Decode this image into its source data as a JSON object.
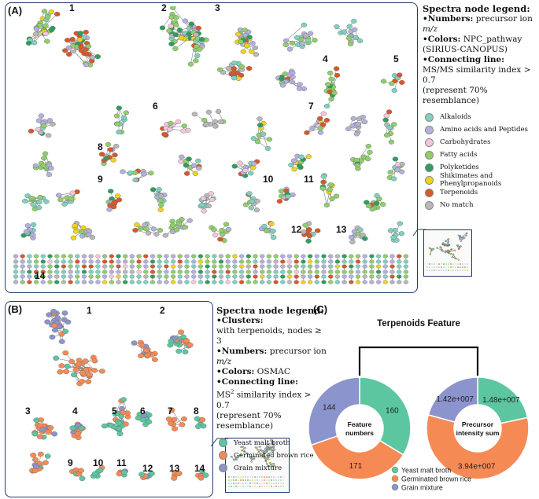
{
  "panelA": {
    "label": "(A)",
    "cluster_numbers": [
      "1",
      "2",
      "3",
      "4",
      "5",
      "6",
      "7",
      "8",
      "9",
      "10",
      "11",
      "12",
      "13",
      "14"
    ],
    "legend": {
      "title": "Spectra node legend:",
      "line1_bold": "•Numbers:",
      "line1_rest": " precursor ion ",
      "line1_mz": "m/z",
      "line2_bold": "•Colors:",
      "line2_rest": " NPC_pathway",
      "line3": "(SIRIUS-CANOPUS)",
      "line4_bold": "•Connecting line:",
      "line5": "MS/MS similarity index > 0.7",
      "line6": "(represent 70% resemblance)",
      "items": [
        {
          "label": "Alkaloids",
          "color": "#7fd1bf"
        },
        {
          "label": "Amino acids and Peptides",
          "color": "#b3b0dd"
        },
        {
          "label": "Carbohydrates",
          "color": "#f4c6dc"
        },
        {
          "label": "Fatty acids",
          "color": "#8fcf6a"
        },
        {
          "label": "Polyketides",
          "color": "#2e9e5e"
        },
        {
          "label": "Shikimates and Phenylpropanoids",
          "color": "#f2d31c"
        },
        {
          "label": "Terpenoids",
          "color": "#d9572a"
        },
        {
          "label": "No match",
          "color": "#b8b8b8"
        }
      ]
    }
  },
  "panelB": {
    "label": "(B)",
    "cluster_numbers": [
      "1",
      "2",
      "3",
      "4",
      "5",
      "6",
      "7",
      "8",
      "9",
      "10",
      "11",
      "12",
      "13",
      "14"
    ],
    "legend": {
      "title": "Spectra node legend:",
      "l1_bold": "•Clusters:",
      "l2": "with terpenoids, nodes ≥ 3",
      "l3_bold": "•Numbers:",
      "l3_rest": " precursor ion ",
      "l3_mz": "m/z",
      "l4_bold": "•Colors:",
      "l4_rest": " OSMAC",
      "l5_bold": "•Connecting line:",
      "l6": "MS",
      "l6_sup": "2",
      "l6_rest": "  similarity index > 0.7",
      "l7": "(represent 70% resemblance)",
      "items": [
        {
          "label": "Yeast malt broth",
          "color": "#5cc6a0"
        },
        {
          "label": "Germinated brown rice",
          "color": "#f68a55"
        },
        {
          "label": "Grain mixture",
          "color": "#8b94cc"
        }
      ]
    }
  },
  "panelC": {
    "label": "(C)",
    "title": "Terpenoids Feature",
    "colors": {
      "yeast": "#5cc6a0",
      "rice": "#f68a55",
      "grain": "#8b94cc"
    },
    "legend_items": [
      "Yeast malt broth",
      "Germinated brown rice",
      "Grain mixture"
    ]
  },
  "chart_data": [
    {
      "type": "pie",
      "title": "Feature numbers",
      "categories": [
        "Yeast malt broth",
        "Germinated brown rice",
        "Grain mixture"
      ],
      "values": [
        160,
        171,
        144
      ],
      "labels": [
        "160",
        "171",
        "144"
      ]
    },
    {
      "type": "pie",
      "title": "Precursor intensity sum",
      "categories": [
        "Yeast malt broth",
        "Germinated brown rice",
        "Grain mixture"
      ],
      "values": [
        14800000,
        39400000,
        14200000
      ],
      "labels": [
        "1.48e+007",
        "3.94e+007",
        "1.42e+007"
      ]
    }
  ]
}
